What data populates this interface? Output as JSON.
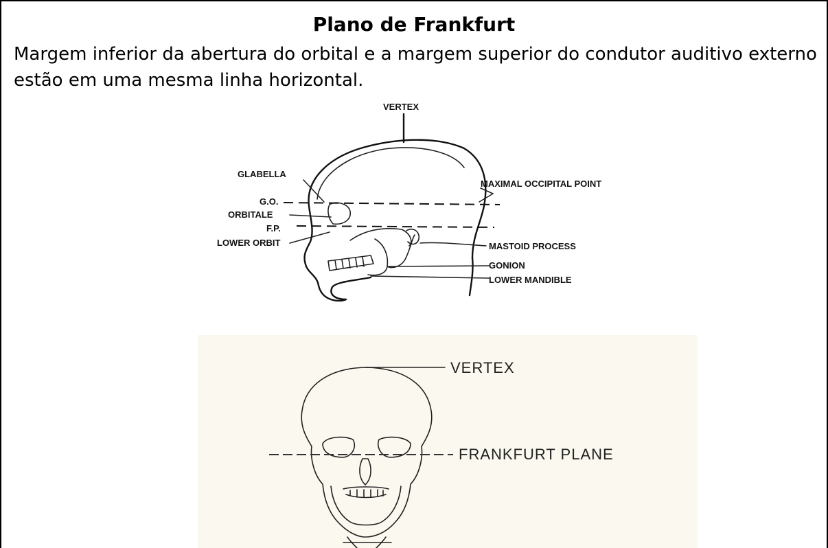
{
  "title": "Plano de Frankfurt",
  "description": "Margem inferior da abertura do orbital e a margem superior do condutor auditivo externo estão em uma mesma linha horizontal.",
  "lateral_diagram": {
    "labels": {
      "vertex": "VERTEX",
      "glabella": "GLABELLA",
      "go": "G.O.",
      "orbitale": "ORBITALE",
      "fp": "F.P.",
      "lower_orbit": "LOWER ORBIT",
      "maximal_occipital_point": "MAXIMAL OCCIPITAL POINT",
      "mastoid_process": "MASTOID PROCESS",
      "gonion": "GONION",
      "lower_mandible": "LOWER MANDIBLE"
    }
  },
  "frontal_diagram": {
    "labels": {
      "vertex": "VERTEX",
      "frankfurt_plane": "FRANKFURT PLANE"
    },
    "background": "#fbf8ef"
  }
}
